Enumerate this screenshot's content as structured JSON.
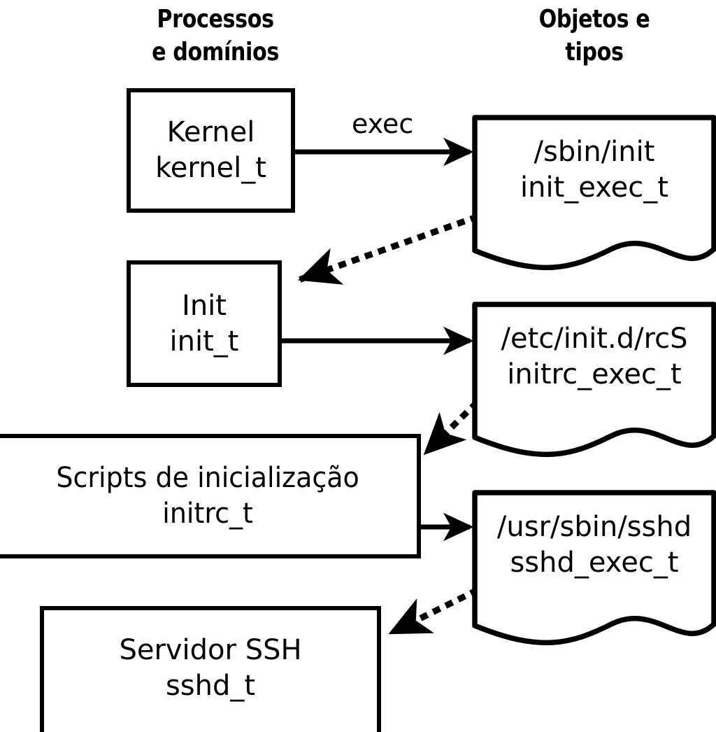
{
  "diagram": {
    "title": "SELinux process domains and object types transition diagram",
    "colors": {
      "stroke": "#000000",
      "fill": "#ffffff",
      "text": "#000000"
    },
    "columns": {
      "left_heading": "Processos\ne domínios",
      "right_heading": "Objetos e\ntipos"
    },
    "process_nodes": [
      {
        "id": "kernel",
        "name": "Kernel",
        "type": "kernel_t",
        "label": "Kernel\nkernel_t"
      },
      {
        "id": "init",
        "name": "Init",
        "type": "init_t",
        "label": "Init\ninit_t"
      },
      {
        "id": "initrc",
        "name": "Scripts de inicialização",
        "type": "initrc_t",
        "label": "Scripts de inicialização\ninitrc_t"
      },
      {
        "id": "sshd",
        "name": "Servidor SSH",
        "type": "sshd_t",
        "label": "Servidor SSH\nsshd_t"
      }
    ],
    "object_nodes": [
      {
        "id": "init_exec",
        "path": "/sbin/init",
        "type": "init_exec_t",
        "label": "/sbin/init\ninit_exec_t"
      },
      {
        "id": "initrc_exec",
        "path": "/etc/init.d/rcS",
        "type": "initrc_exec_t",
        "label": "/etc/init.d/rcS\ninitrc_exec_t"
      },
      {
        "id": "sshd_exec",
        "path": "/usr/sbin/sshd",
        "type": "sshd_exec_t",
        "label": "/usr/sbin/sshd\nsshd_exec_t"
      }
    ],
    "edges": [
      {
        "id": "e1",
        "from": "kernel",
        "to": "init_exec",
        "label": "exec",
        "style": "solid"
      },
      {
        "id": "e2",
        "from": "init_exec",
        "to": "init",
        "label": "",
        "style": "dotted"
      },
      {
        "id": "e3",
        "from": "init",
        "to": "initrc_exec",
        "label": "",
        "style": "solid"
      },
      {
        "id": "e4",
        "from": "initrc_exec",
        "to": "initrc",
        "label": "",
        "style": "dotted"
      },
      {
        "id": "e5",
        "from": "initrc",
        "to": "sshd_exec",
        "label": "",
        "style": "solid"
      },
      {
        "id": "e6",
        "from": "sshd_exec",
        "to": "sshd",
        "label": "",
        "style": "dotted"
      }
    ]
  }
}
